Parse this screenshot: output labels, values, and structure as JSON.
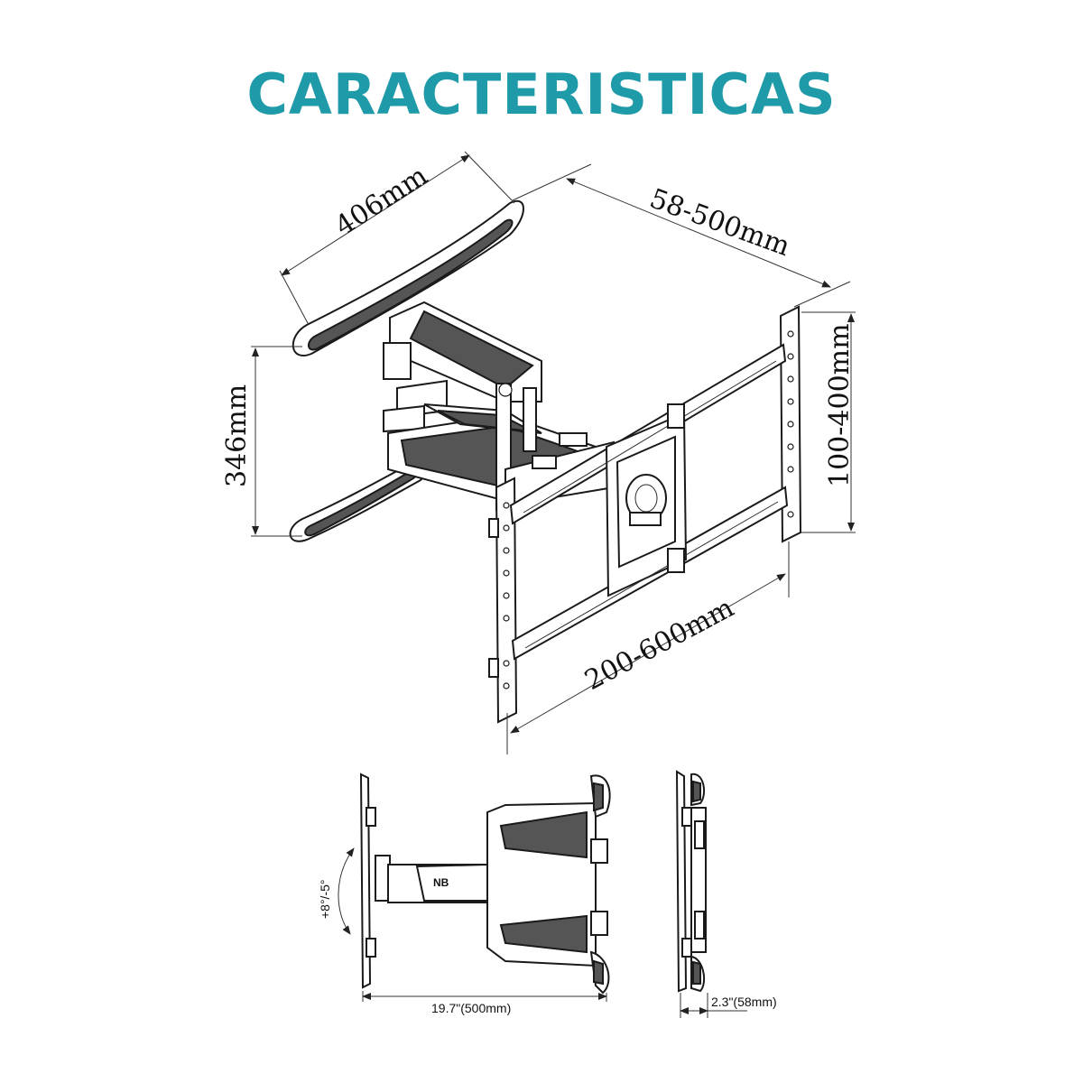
{
  "title": "CARACTERISTICAS",
  "iso_dimensions": {
    "arm_width": "406mm",
    "extension": "58-500mm",
    "wall_plate_height": "346mm",
    "vesa_vertical": "100-400mm",
    "vesa_horizontal": "200-600mm"
  },
  "side_dimensions": {
    "tilt": "+8°/-5°",
    "max_extension": "19.7\"(500mm)",
    "min_profile": "2.3\"(58mm)"
  },
  "colors": {
    "title": "#1e9aa8",
    "line": "#1a1a1a"
  }
}
